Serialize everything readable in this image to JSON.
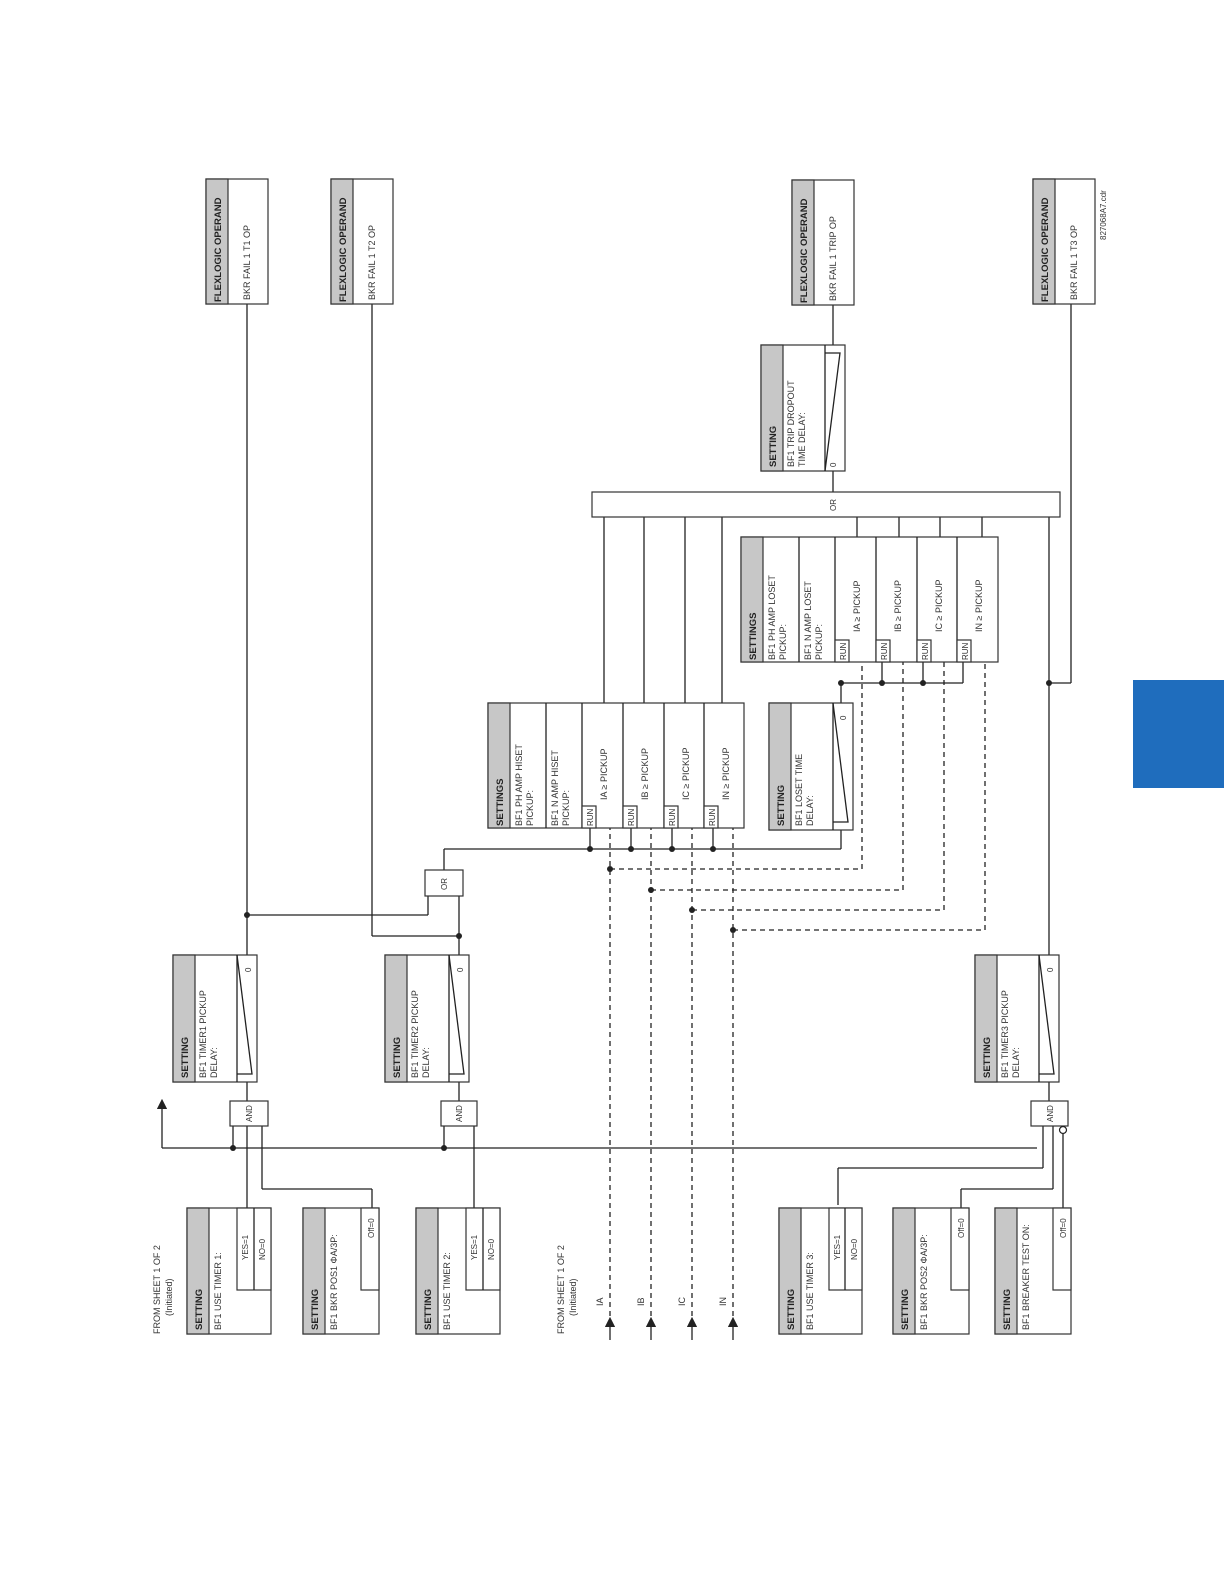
{
  "labels": {
    "flexlogic_operand": "FLEXLOGIC OPERAND",
    "setting": "SETTING",
    "settings": "SETTINGS",
    "and": "AND",
    "or": "OR",
    "run": "RUN",
    "zero": "0",
    "yes1": "YES=1",
    "no0": "NO=0",
    "off0": "Off=0"
  },
  "operands": {
    "t1": "BKR FAIL 1 T1 OP",
    "t2": "BKR FAIL 1 T2 OP",
    "trip": "BKR FAIL 1 TRIP OP",
    "t3": "BKR FAIL 1 T3 OP"
  },
  "settings": {
    "use_timer1": "BF1 USE TIMER 1:",
    "bkr_pos1": "BF1 BKR POS1  ΦA/3P:",
    "use_timer2": "BF1 USE TIMER 2:",
    "use_timer3": "BF1 USE TIMER 3:",
    "bkr_pos2": "BF1 BKR POS2  ΦA/3P:",
    "breaker_test": "BF1 BREAKER TEST ON:",
    "timer1_l1": "BF1 TIMER1 PICKUP",
    "timer1_l2": "DELAY:",
    "timer2_l1": "BF1 TIMER2 PICKUP",
    "timer2_l2": "DELAY:",
    "timer3_l1": "BF1 TIMER3 PICKUP",
    "timer3_l2": "DELAY:",
    "loset_l1": "BF1 LOSET TIME",
    "loset_l2": "DELAY:",
    "dropout_l1": "BF1 TRIP DROPOUT",
    "dropout_l2": "TIME DELAY:",
    "ph_hiset_l1": "BF1 PH AMP HISET",
    "ph_hiset_l2": "PICKUP:",
    "n_hiset_l1": "BF1 N AMP HISET",
    "n_hiset_l2": "PICKUP:",
    "ph_loset_l1": "BF1 PH AMP LOSET",
    "ph_loset_l2": "PICKUP:",
    "n_loset_l1": "BF1 N AMP LOSET",
    "n_loset_l2": "PICKUP:"
  },
  "comparators": {
    "ia": "IA ≥ PICKUP",
    "ib": "IB ≥ PICKUP",
    "ic": "IC ≥ PICKUP",
    "in": "IN ≥ PICKUP"
  },
  "inputs": {
    "from_sheet1_a": "FROM SHEET 1 OF 2",
    "from_sheet1_b": "(Initiated)",
    "from_sheet2_a": "FROM SHEET 1 OF 2",
    "from_sheet2_b": "(Initiated)",
    "ia": "IA",
    "ib": "IB",
    "ic": "IC",
    "in": "IN"
  },
  "file_ref": "827068A7.cdr",
  "colors": {
    "tab": "#1f6dbd",
    "header_gray": "#c7c7c7",
    "line": "#222222"
  }
}
